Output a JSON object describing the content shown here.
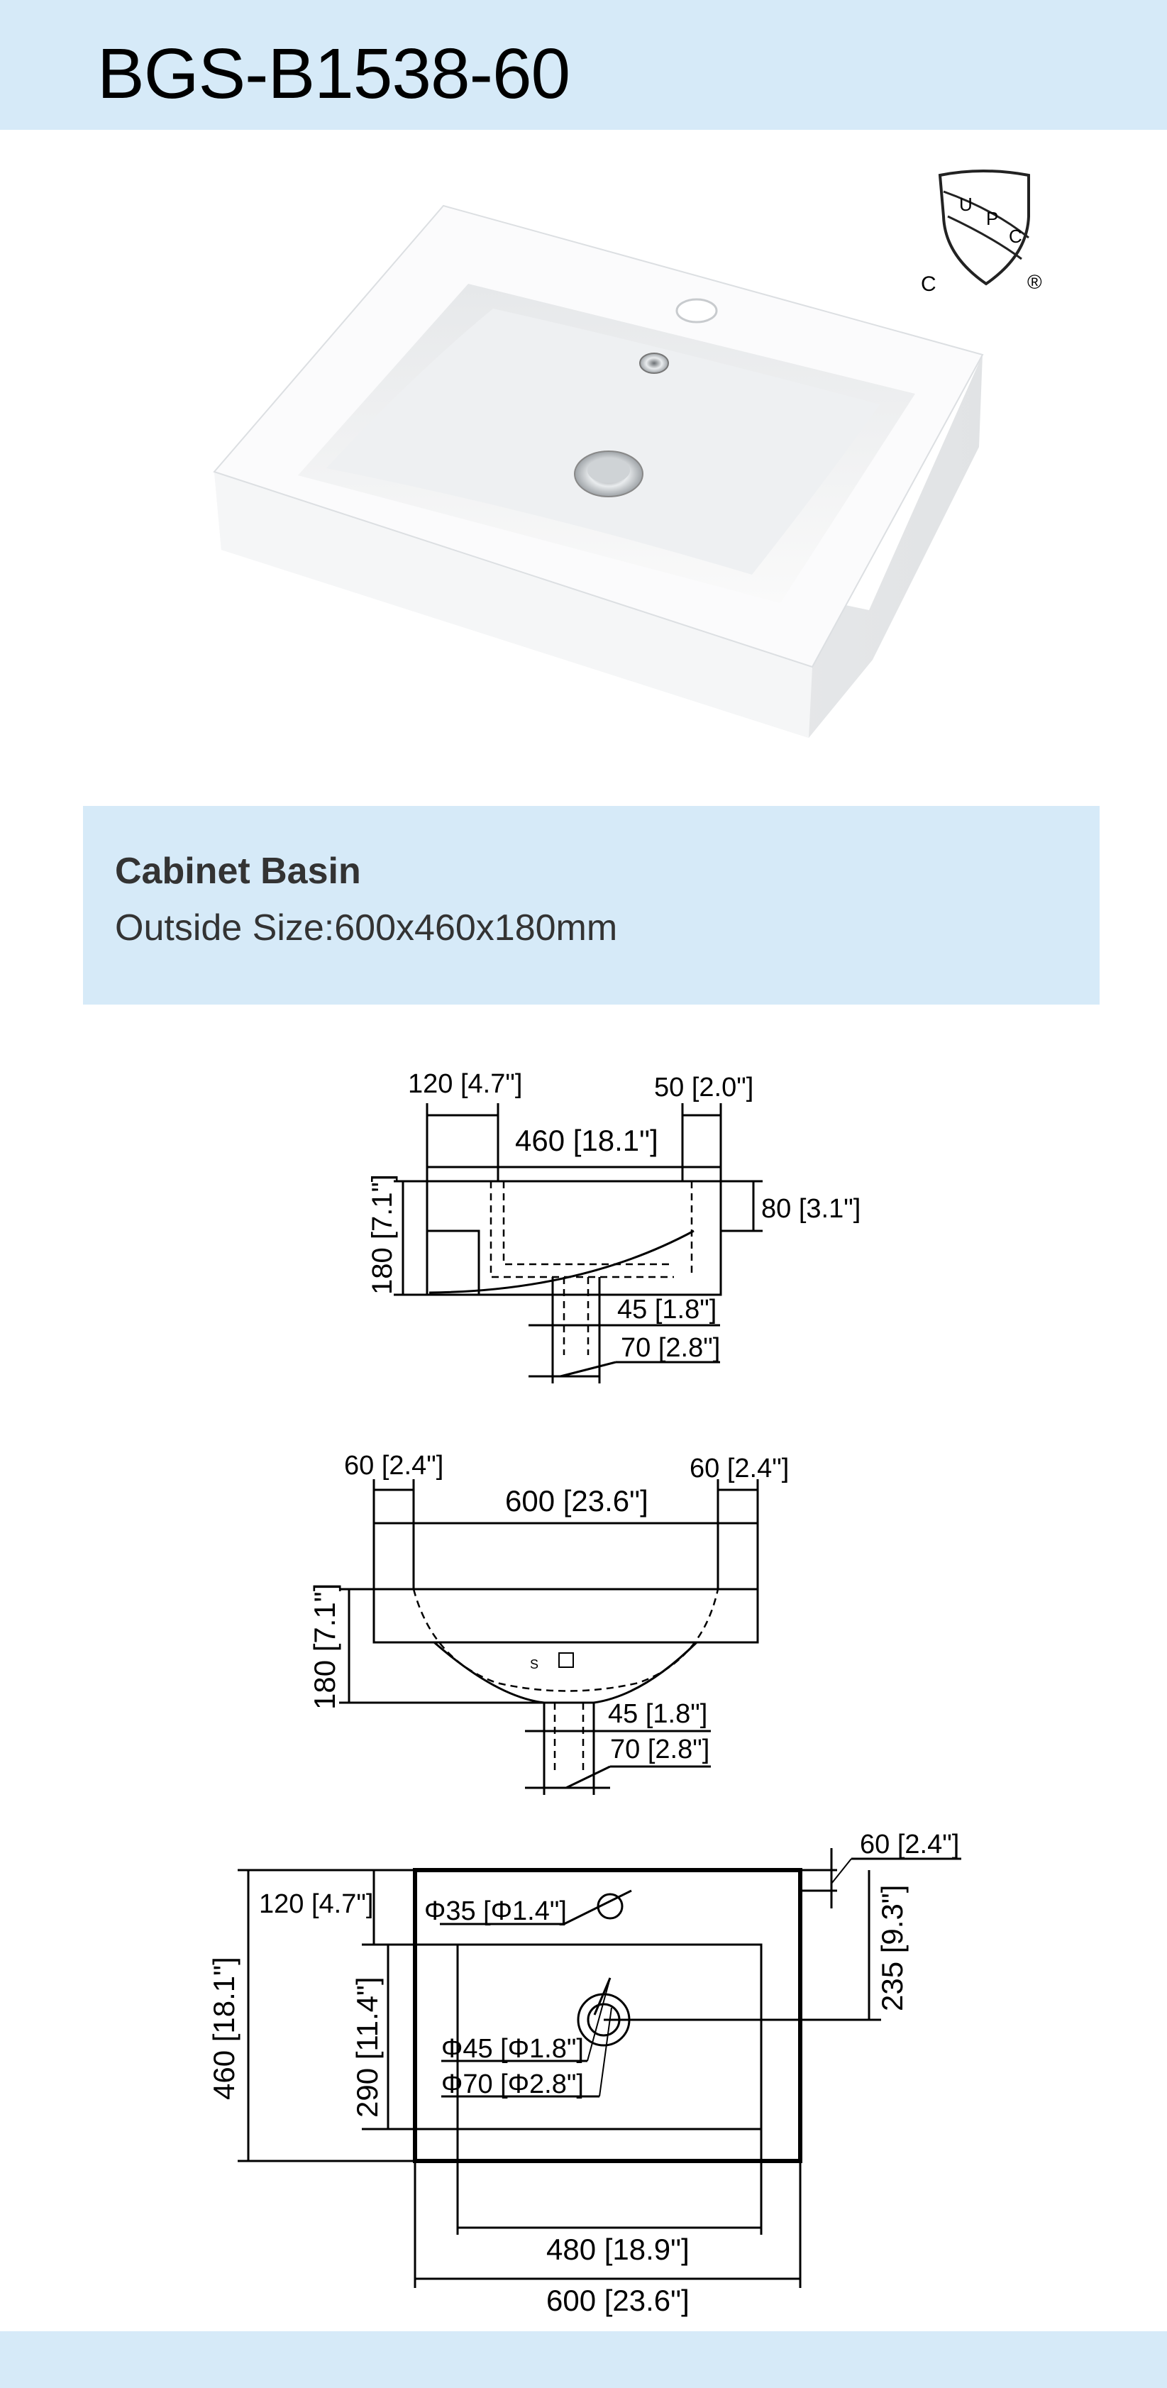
{
  "header": {
    "model": "BGS-B1538-60"
  },
  "certification": {
    "letters": [
      "U",
      "P",
      "C"
    ],
    "country_mark": "C",
    "registered_mark": "®"
  },
  "product": {
    "name": "Cabinet Basin",
    "size_label": "Outside Size:600x460x180mm"
  },
  "drawings": {
    "side": {
      "dim_top_left": "120 [4.7\"]",
      "dim_top_right": "50 [2.0\"]",
      "dim_width": "460 [18.1\"]",
      "dim_height": "180 [7.1\"]",
      "dim_rim": "80 [3.1\"]",
      "dim_drain_inner": "45 [1.8\"]",
      "dim_drain_outer": "70 [2.8\"]"
    },
    "front": {
      "dim_left": "60 [2.4\"]",
      "dim_right": "60 [2.4\"]",
      "dim_width": "600 [23.6\"]",
      "dim_height": "180 [7.1\"]",
      "dim_drain_inner": "45 [1.8\"]",
      "dim_drain_outer": "70 [2.8\"]",
      "logo_text": "S"
    },
    "top": {
      "dim_tap_hole": "Φ35 [Φ1.4\"]",
      "dim_front_offset": "120 [4.7\"]",
      "dim_depth": "460 [18.1\"]",
      "dim_bowl_depth": "290 [11.4\"]",
      "dim_drain_inner": "Φ45 [Φ1.8\"]",
      "dim_drain_outer": "Φ70 [Φ2.8\"]",
      "dim_rim": "60 [2.4\"]",
      "dim_drain_pos": "235 [9.3\"]",
      "dim_bowl_width": "480 [18.9\"]",
      "dim_width": "600 [23.6\"]"
    }
  }
}
